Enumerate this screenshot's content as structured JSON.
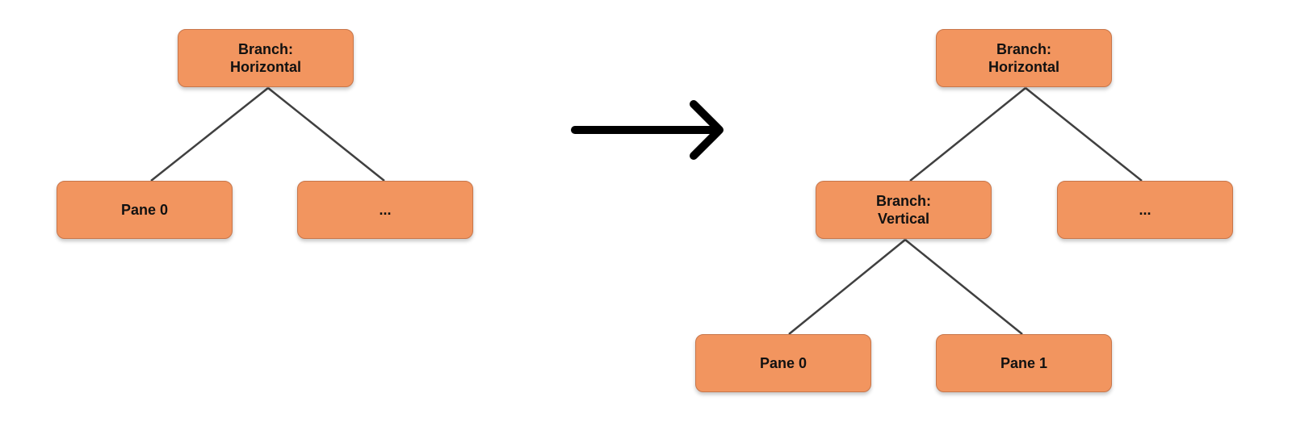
{
  "colors": {
    "node_fill": "#F2955F",
    "node_border": "#C8764A",
    "edge": "#404040",
    "arrow": "#000000"
  },
  "before": {
    "root": "Branch:\nHorizontal",
    "children": [
      "Pane 0",
      "..."
    ]
  },
  "after": {
    "root": "Branch:\nHorizontal",
    "branch": "Branch:\nVertical",
    "other": "...",
    "leaves": [
      "Pane 0",
      "Pane 1"
    ]
  }
}
